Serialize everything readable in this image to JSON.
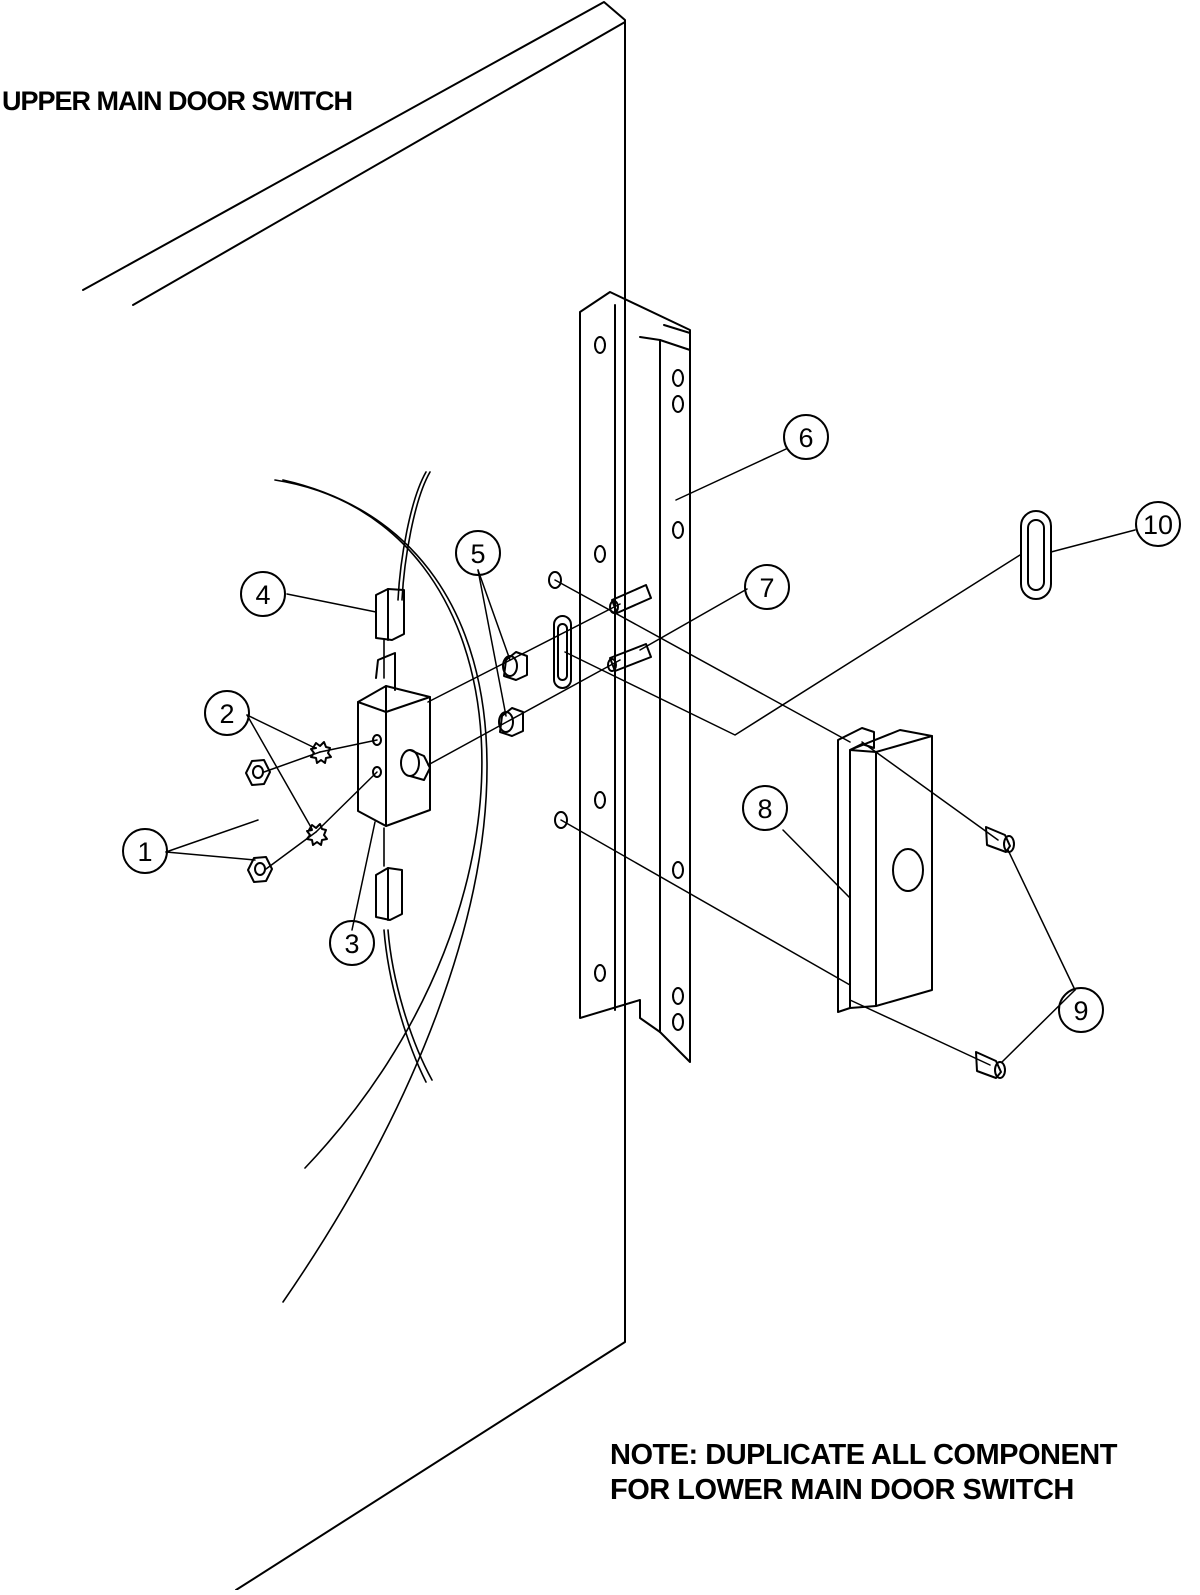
{
  "diagram": {
    "title": "UPPER MAIN DOOR SWITCH",
    "note_line1": "NOTE: DUPLICATE ALL COMPONENT",
    "note_line2": "FOR LOWER MAIN DOOR SWITCH",
    "callouts": [
      {
        "label": "1",
        "part": "nut"
      },
      {
        "label": "2",
        "part": "lock-washer"
      },
      {
        "label": "3",
        "part": "door-switch"
      },
      {
        "label": "4",
        "part": "connector"
      },
      {
        "label": "5",
        "part": "spacer"
      },
      {
        "label": "6",
        "part": "mounting-bracket"
      },
      {
        "label": "7",
        "part": "stud"
      },
      {
        "label": "8",
        "part": "actuator-block"
      },
      {
        "label": "9",
        "part": "screw"
      },
      {
        "label": "10",
        "part": "slot-grommet"
      }
    ]
  }
}
